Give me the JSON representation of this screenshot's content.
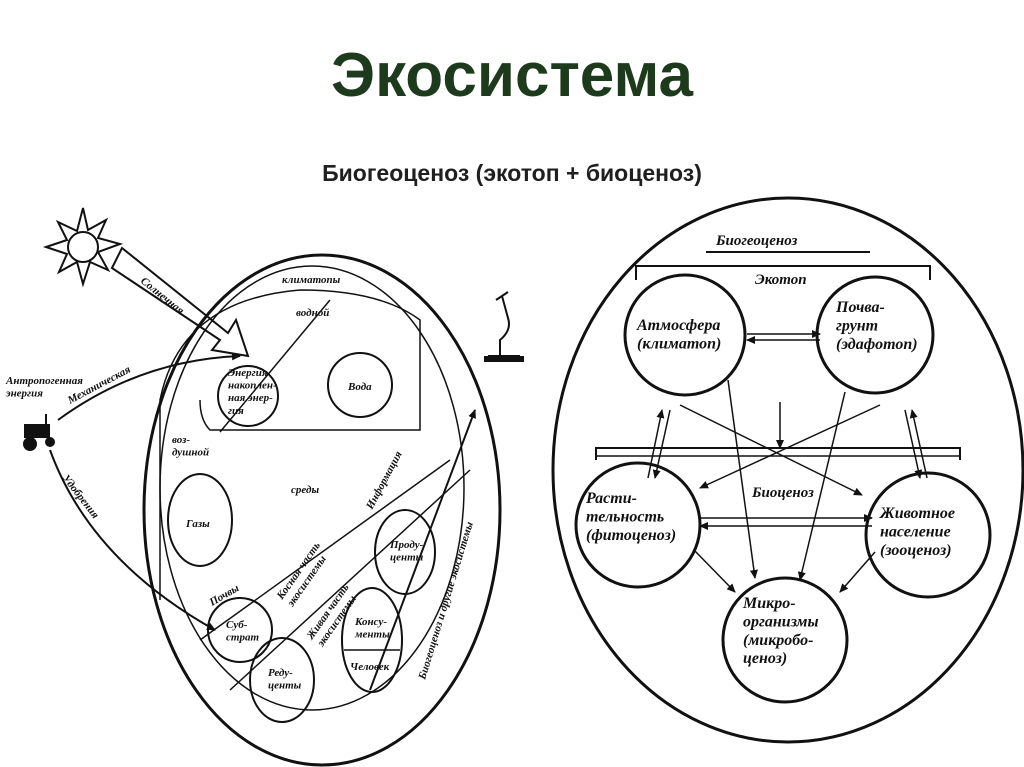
{
  "title": "Экосистема",
  "subtitle": "Биогеоценоз (экотоп + биоценоз)",
  "left_diagram": {
    "solar": "Солнечная",
    "anthropogenic": "Антропогенная\nэнергия",
    "mechanical": "Механическая",
    "fertilizers": "Удобрения",
    "climatopes": "климатопы",
    "water_env": "водной",
    "air_env": "воз-\nдушной",
    "environments": "среды",
    "energy": "Энергия\nнакоплен-\nная энер-\nгия",
    "water": "Вода",
    "gases": "Газы",
    "soils": "Почвы",
    "substrate": "Суб-\nстрат",
    "inert_part": "Косная часть\nэкосистемы",
    "living_part": "Живая часть\nэкосистемы",
    "information": "Информация",
    "boundary": "Биогеоценоз и другие экосистемы",
    "producers": "Проду-\nценты",
    "consumers": "Консу-\nменты",
    "human": "Человек",
    "reducers": "Реду-\nценты"
  },
  "right_diagram": {
    "biogeocenosis": "Биогеоценоз",
    "ecotope": "Экотоп",
    "atmosphere": "Атмосфера\n(климатоп)",
    "soil": "Почва-\nгрунт\n(эдафотоп)",
    "biocenosis": "Биоценоз",
    "plants": "Расти-\nтельность\n(фитоценоз)",
    "animals": "Животное\nнаселение\n(зооценоз)",
    "microbes": "Микро-\nорганизмы\n(микробо-\nценоз)"
  }
}
